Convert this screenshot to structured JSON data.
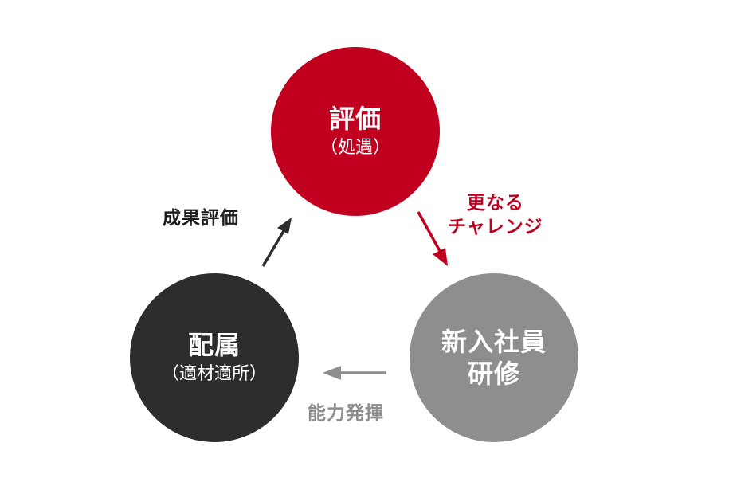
{
  "nodes": {
    "evaluation": {
      "title": "評価",
      "subtitle": "（処遇）",
      "color": "#c1001f"
    },
    "assignment": {
      "title": "配属",
      "subtitle": "（適材適所）",
      "color": "#2d2d2d"
    },
    "training": {
      "title_line1": "新入社員",
      "title_line2": "研修",
      "color": "#8e8e8e"
    }
  },
  "edges": {
    "assignment_to_evaluation": {
      "label": "成果評価",
      "color": "#1e1e1e"
    },
    "evaluation_to_training": {
      "label_line1": "更なる",
      "label_line2": "チャレンジ",
      "color": "#c1001f"
    },
    "training_to_assignment": {
      "label": "能力発揮",
      "color": "#8e8e8e"
    }
  }
}
